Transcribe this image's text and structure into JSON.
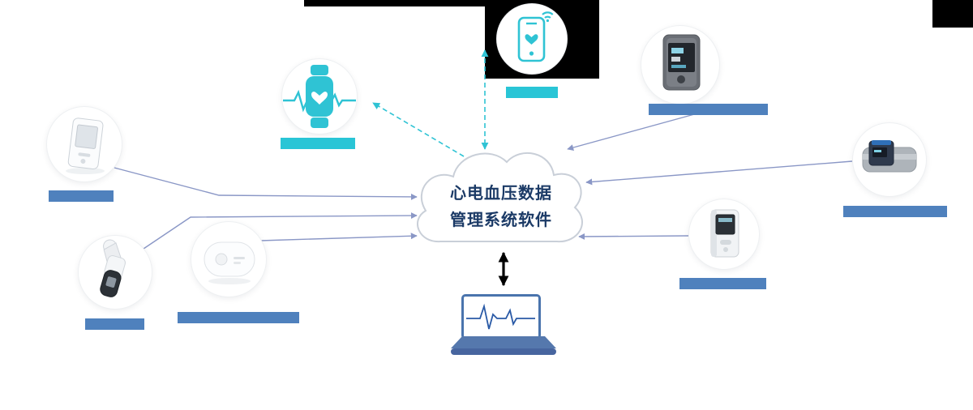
{
  "cloud": {
    "line1": "心电血压数据",
    "line2": "管理系统软件"
  },
  "devices": [
    {
      "id": "smartwatch",
      "icon": "smartwatch-heart-ecg-icon",
      "label_style": "cyan"
    },
    {
      "id": "smartphone",
      "icon": "smartphone-health-app-icon",
      "label_style": "cyan"
    },
    {
      "id": "handheld-ecg",
      "icon": "handheld-ecg-device-photo",
      "label_style": "blue"
    },
    {
      "id": "ear-thermometer",
      "icon": "ear-thermometer-photo",
      "label_style": "blue"
    },
    {
      "id": "ecg-patch",
      "icon": "ecg-patch-device-photo",
      "label_style": "blue"
    },
    {
      "id": "bp-monitor",
      "icon": "blood-pressure-monitor-photo",
      "label_style": "blue"
    },
    {
      "id": "bp-monitor-cuff",
      "icon": "bp-monitor-with-cuff-photo",
      "label_style": "blue"
    },
    {
      "id": "holter",
      "icon": "holter-ecg-recorder-photo",
      "label_style": "blue"
    }
  ],
  "edges": [
    {
      "from": "cloud",
      "to": "smartwatch",
      "style": "dashed-teal",
      "arrow": "to"
    },
    {
      "from": "cloud",
      "to": "smartphone",
      "style": "dashed-teal",
      "arrow": "both"
    },
    {
      "from": "handheld-ecg",
      "to": "cloud",
      "style": "solid-slate",
      "arrow": "to"
    },
    {
      "from": "ear-thermometer",
      "to": "cloud",
      "style": "solid-slate",
      "arrow": "to"
    },
    {
      "from": "ecg-patch",
      "to": "cloud",
      "style": "solid-slate",
      "arrow": "to"
    },
    {
      "from": "bp-monitor",
      "to": "cloud",
      "style": "solid-slate",
      "arrow": "to"
    },
    {
      "from": "bp-monitor-cuff",
      "to": "cloud",
      "style": "solid-slate",
      "arrow": "to"
    },
    {
      "from": "holter",
      "to": "cloud",
      "style": "solid-slate",
      "arrow": "to"
    },
    {
      "from": "cloud",
      "to": "laptop",
      "style": "solid-black-bold",
      "arrow": "both"
    }
  ],
  "colors": {
    "teal": "#2fc3d4",
    "label_cyan": "#29c5d6",
    "label_blue": "#4f81bd",
    "arrow_slate": "#8a97c6",
    "cloud_text": "#1b3a66",
    "laptop_blue": "#4a74ad"
  },
  "note": "device label bars render as solid color blocks; their text is not legible in the source image"
}
